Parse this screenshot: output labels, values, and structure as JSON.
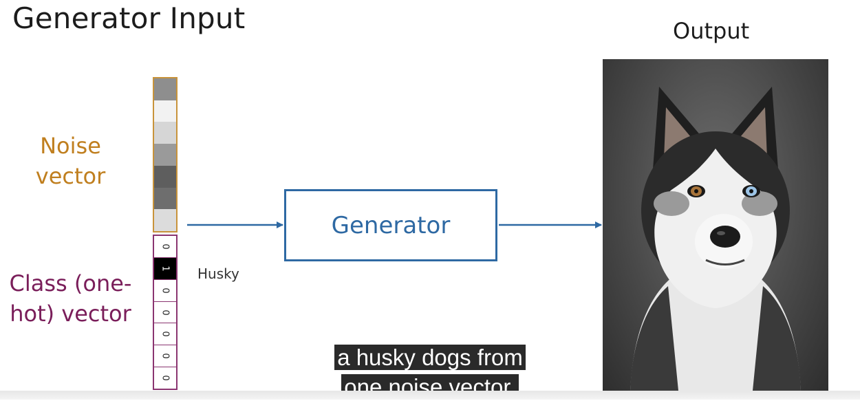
{
  "title": "Generator Input",
  "output_label": "Output",
  "noise_label": {
    "line1": "Noise",
    "line2": "vector"
  },
  "class_label": {
    "line1": "Class (one-",
    "line2": "hot) vector"
  },
  "noise_vector": [
    "#8e8e8e",
    "#f2f2f2",
    "#d6d6d6",
    "#9a9a9a",
    "#5e5e5e",
    "#6e6e6e",
    "#dcdcdc"
  ],
  "class_vector": [
    "0",
    "1",
    "0",
    "0",
    "0",
    "0",
    "0"
  ],
  "class_hot_index": 1,
  "class_name": "Husky",
  "generator_label": "Generator",
  "colors": {
    "noise": "#c07f1f",
    "class": "#7a1e5a",
    "generator": "#2e69a3"
  },
  "subtitles": [
    "a husky dogs from",
    "one noise vector."
  ]
}
